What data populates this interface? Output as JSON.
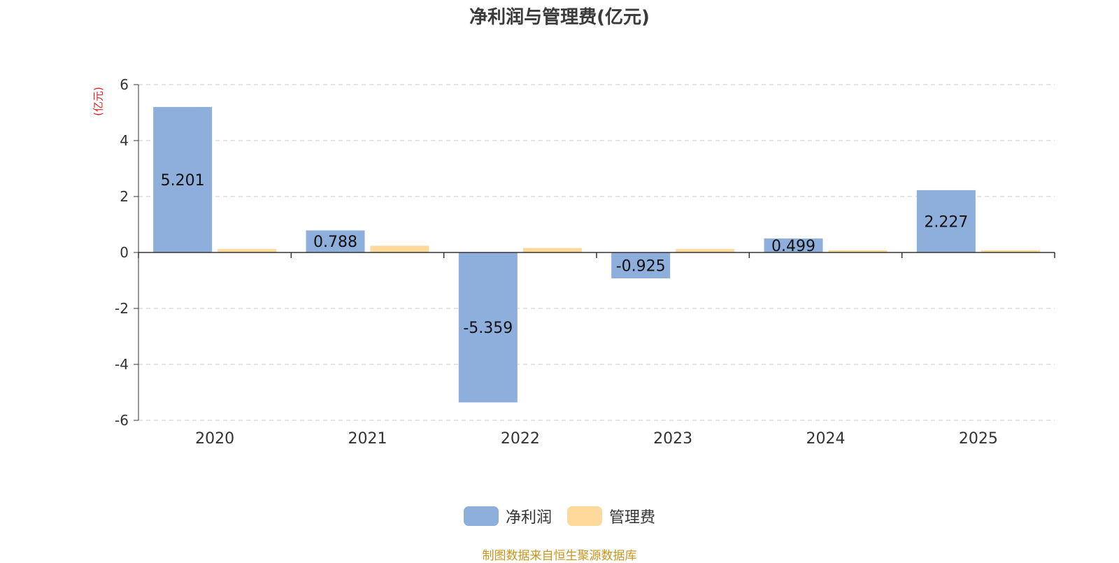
{
  "chart_data": {
    "type": "bar",
    "title": "净利润与管理费(亿元)",
    "ylabel": "(亿元)",
    "xlabel": "",
    "categories": [
      "2020",
      "2021",
      "2022",
      "2023",
      "2024",
      "2025"
    ],
    "series": [
      {
        "name": "净利润",
        "color": "#8eaedb",
        "values": [
          5.201,
          0.788,
          -5.359,
          -0.925,
          0.499,
          2.227
        ],
        "labels": [
          "5.201",
          "0.788",
          "-5.359",
          "-0.925",
          "0.499",
          "2.227"
        ]
      },
      {
        "name": "管理费",
        "color": "#fdd99b",
        "values": [
          0.12,
          0.24,
          0.16,
          0.12,
          0.08,
          0.08
        ]
      }
    ],
    "ylim": [
      -6,
      6
    ],
    "yticks": [
      6,
      4,
      2,
      0,
      -2,
      -4,
      -6
    ],
    "grid": true,
    "legend_position": "bottom-center"
  },
  "source": "制图数据来自恒生聚源数据库"
}
